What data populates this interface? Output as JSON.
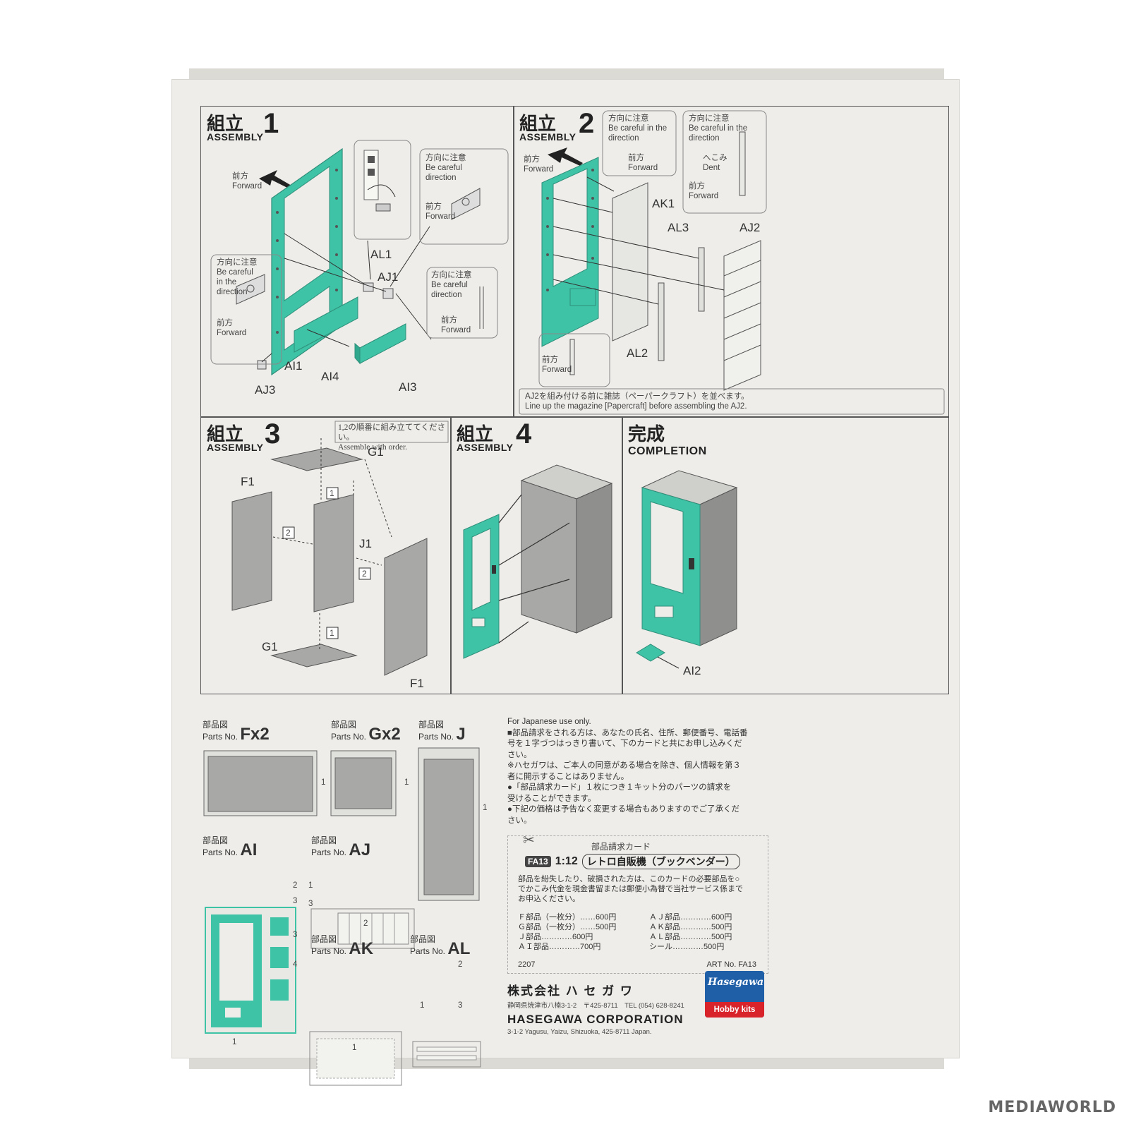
{
  "assembly1": {
    "title_jp": "組立",
    "title_en": "ASSEMBLY",
    "num": "1",
    "forward_jp": "前方",
    "forward_en": "Forward",
    "caution_jp": "方向に注意",
    "caution_en": "Be careful in the direction",
    "caution_en_a": "Be careful",
    "caution_en_b": "in the",
    "caution_en_c": "direction",
    "parts": [
      "AL1",
      "AJ1",
      "AI1",
      "AI4",
      "AI3",
      "AJ3"
    ]
  },
  "assembly2": {
    "title_jp": "組立",
    "title_en": "ASSEMBLY",
    "num": "2",
    "forward_jp": "前方",
    "forward_en": "Forward",
    "caution_jp": "方向に注意",
    "caution_en_a": "Be careful in the",
    "caution_en_b": "direction",
    "dent_jp": "へこみ",
    "dent_en": "Dent",
    "parts": [
      "AK1",
      "AL3",
      "AJ2",
      "AL2"
    ],
    "note_jp": "AJ2を組み付ける前に雑誌（ペーパークラフト）を並べます。",
    "note_en": "Line up the magazine [Papercraft] before assembling the AJ2."
  },
  "assembly3": {
    "title_jp": "組立",
    "title_en": "ASSEMBLY",
    "num": "3",
    "order_jp": "1,2の順番に組み立ててください。",
    "order_en": "Assemble with order.",
    "parts": [
      "G1",
      "F1",
      "J1",
      "G1",
      "F1"
    ],
    "steps": [
      "1",
      "2",
      "2",
      "1"
    ]
  },
  "assembly4": {
    "title_jp": "組立",
    "title_en": "ASSEMBLY",
    "num": "4"
  },
  "completion": {
    "title_jp": "完成",
    "title_en": "COMPLETION",
    "part": "AI2"
  },
  "parts_map": {
    "label_jp": "部品図",
    "label_en": "Parts No.",
    "F": {
      "name": "Fx2",
      "runner": "1"
    },
    "G": {
      "name": "Gx2",
      "runner": "1"
    },
    "J": {
      "name": "J",
      "runner": "1"
    },
    "AI": {
      "name": "AI",
      "runners": [
        "2",
        "3",
        "3",
        "4",
        "1"
      ]
    },
    "AJ": {
      "name": "AJ",
      "runners": [
        "1",
        "3",
        "2"
      ]
    },
    "AK": {
      "name": "AK",
      "runner": "1"
    },
    "AL": {
      "name": "AL",
      "runners": [
        "2",
        "1",
        "3"
      ]
    }
  },
  "legal": {
    "lines": [
      "For Japanese use only.",
      "■部品請求をされる方は、あなたの氏名、住所、郵便番号、電話番",
      "号を１字づつはっきり書いて、下のカードと共にお申し込みくだ",
      "さい。",
      "※ハセガワは、ご本人の同意がある場合を除き、個人情報を第３",
      "者に開示することはありません。",
      "●「部品請求カード」１枚につき１キット分のパーツの請求を",
      "受けることができます。",
      "●下記の価格は予告なく変更する場合もありますのでご了承くだ",
      "さい。"
    ]
  },
  "card": {
    "title": "部品請求カード",
    "code": "FA13",
    "scale": "1:12",
    "product": "レトロ自販機（ブックベンダー）",
    "desc": [
      "部品を紛失したり、破損された方は、このカードの必要部品を○",
      "でかこみ代金を現金書留または郵便小為替で当社サービス係まで",
      "お申込ください。"
    ],
    "prices_left": [
      {
        "part": "Ｆ部品（一枚分）",
        "price": "600円"
      },
      {
        "part": "Ｇ部品（一枚分）",
        "price": "500円"
      },
      {
        "part": "Ｊ部品",
        "price": "600円"
      },
      {
        "part": "ＡＩ部品",
        "price": "700円"
      }
    ],
    "prices_right": [
      {
        "part": "ＡＪ部品",
        "price": "600円"
      },
      {
        "part": "ＡＫ部品",
        "price": "500円"
      },
      {
        "part": "ＡＬ部品",
        "price": "500円"
      },
      {
        "part": "シール",
        "price": "500円"
      }
    ],
    "code_small": "2207",
    "art_no": "ART No. FA13"
  },
  "company": {
    "name_jp": "株式会社 ハ セ ガ ワ",
    "addr_jp": "静岡県焼津市八楠3-1-2　〒425-8711　TEL (054) 628-8241",
    "name_en": "HASEGAWA CORPORATION",
    "addr_en": "3-1-2 Yagusu, Yaizu, Shizuoka, 425-8711 Japan."
  },
  "logo": {
    "brand": "Hasegawa",
    "tagline": "Hobby kits"
  },
  "watermark": "MEDIAWORLD",
  "colors": {
    "teal": "#3fc3a6",
    "grey_part": "#a8a8a6",
    "sheet": "#eeede9",
    "line": "#555555"
  }
}
